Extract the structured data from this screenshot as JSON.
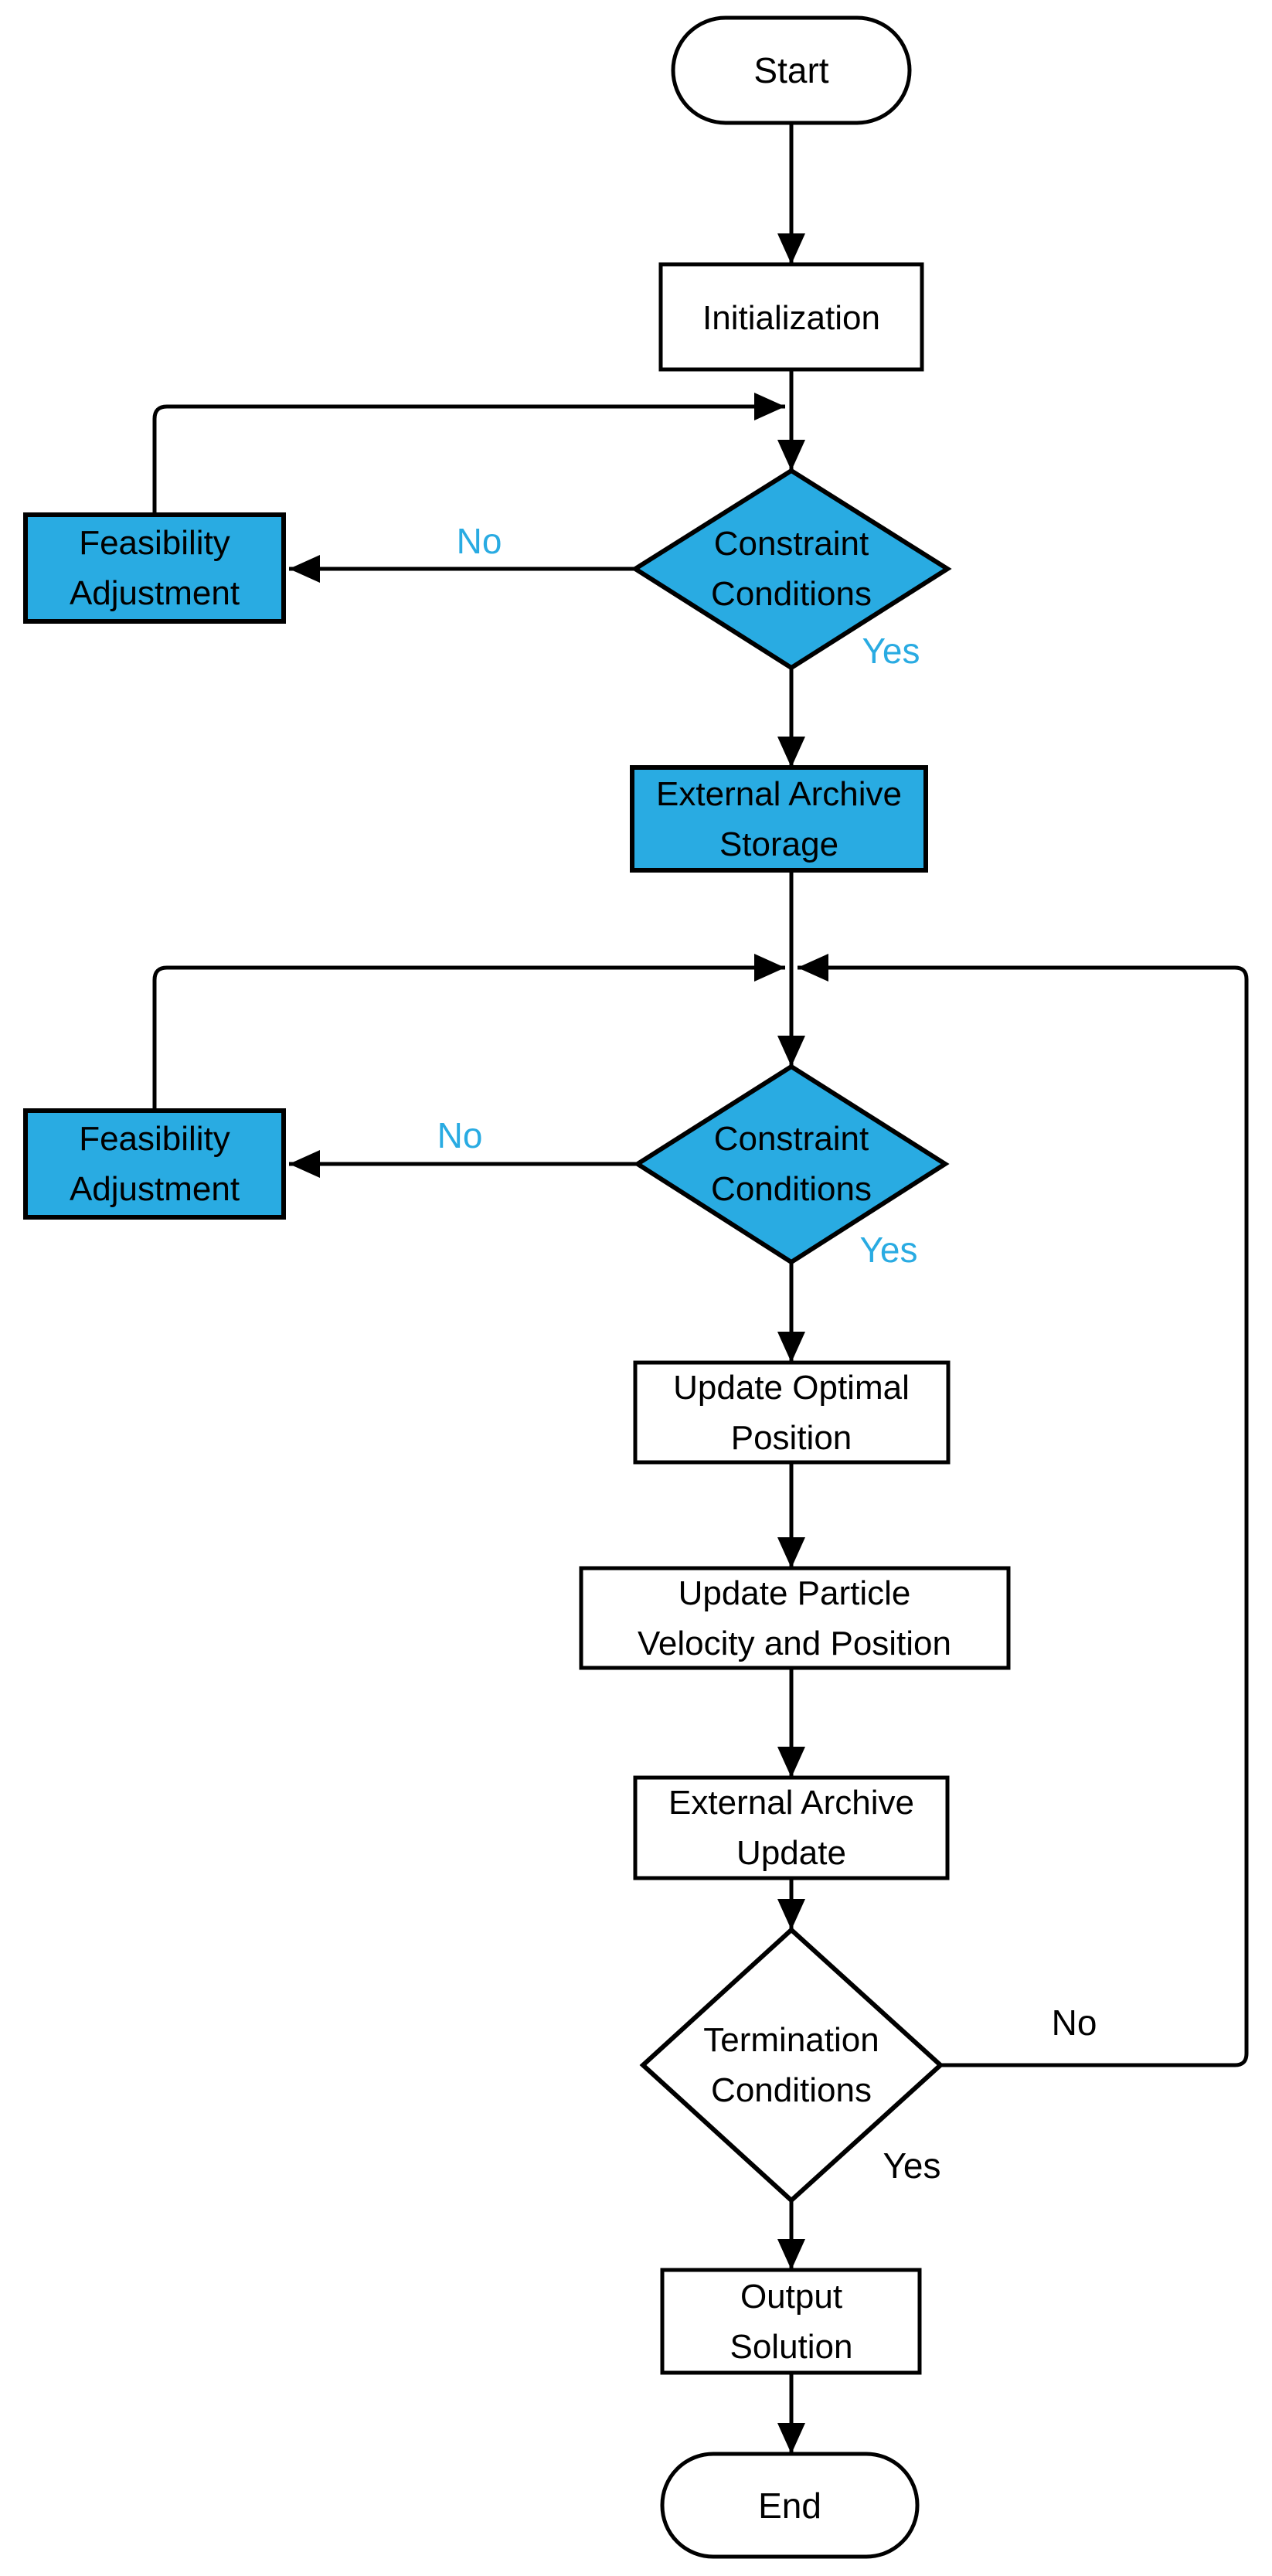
{
  "figure": {
    "type": "flowchart",
    "background": "#FFFFFF"
  },
  "colors": {
    "accent": "#29ABE2",
    "line": "#000000",
    "text": "#000000",
    "white": "#FFFFFF"
  },
  "nodes": {
    "start": {
      "label": "Start",
      "shape": "terminator",
      "fill": "#FFFFFF"
    },
    "initialization": {
      "label": "Initialization",
      "shape": "process",
      "fill": "#FFFFFF"
    },
    "feasibility_adjustment_1": {
      "line1": "Feasibility",
      "line2": "Adjustment",
      "shape": "process",
      "fill": "#29ABE2"
    },
    "constraint_conditions_1": {
      "line1": "Constraint",
      "line2": "Conditions",
      "shape": "decision",
      "fill": "#29ABE2"
    },
    "external_archive_storage": {
      "line1": "External Archive",
      "line2": "Storage",
      "shape": "process",
      "fill": "#29ABE2"
    },
    "feasibility_adjustment_2": {
      "line1": "Feasibility",
      "line2": "Adjustment",
      "shape": "process",
      "fill": "#29ABE2"
    },
    "constraint_conditions_2": {
      "line1": "Constraint",
      "line2": "Conditions",
      "shape": "decision",
      "fill": "#29ABE2"
    },
    "update_optimal_position": {
      "line1": "Update Optimal",
      "line2": "Position",
      "shape": "process",
      "fill": "#FFFFFF"
    },
    "update_particle_velocity": {
      "line1": "Update Particle",
      "line2": "Velocity and Position",
      "shape": "process",
      "fill": "#FFFFFF"
    },
    "external_archive_update": {
      "line1": "External Archive",
      "line2": "Update",
      "shape": "process",
      "fill": "#FFFFFF"
    },
    "termination_conditions": {
      "line1": "Termination",
      "line2": "Conditions",
      "shape": "decision",
      "fill": "#FFFFFF"
    },
    "output_solution": {
      "line1": "Output",
      "line2": "Solution",
      "shape": "process",
      "fill": "#FFFFFF"
    },
    "end": {
      "label": "End",
      "shape": "terminator",
      "fill": "#FFFFFF"
    }
  },
  "edge_labels": {
    "no_constraint_1": {
      "text": "No",
      "color": "#29ABE2"
    },
    "yes_constraint_1": {
      "text": "Yes",
      "color": "#29ABE2"
    },
    "no_constraint_2": {
      "text": "No",
      "color": "#29ABE2"
    },
    "yes_constraint_2": {
      "text": "Yes",
      "color": "#29ABE2"
    },
    "no_termination": {
      "text": "No",
      "color": "#000000"
    },
    "yes_termination": {
      "text": "Yes",
      "color": "#000000"
    }
  },
  "edges": [
    {
      "from": "start",
      "to": "initialization",
      "label": ""
    },
    {
      "from": "initialization",
      "to": "constraint_conditions_1",
      "label": ""
    },
    {
      "from": "constraint_conditions_1",
      "to": "feasibility_adjustment_1",
      "label": "No"
    },
    {
      "from": "feasibility_adjustment_1",
      "to": "constraint_conditions_1",
      "label": ""
    },
    {
      "from": "constraint_conditions_1",
      "to": "external_archive_storage",
      "label": "Yes"
    },
    {
      "from": "external_archive_storage",
      "to": "constraint_conditions_2",
      "label": ""
    },
    {
      "from": "constraint_conditions_2",
      "to": "feasibility_adjustment_2",
      "label": "No"
    },
    {
      "from": "feasibility_adjustment_2",
      "to": "constraint_conditions_2",
      "label": ""
    },
    {
      "from": "constraint_conditions_2",
      "to": "update_optimal_position",
      "label": "Yes"
    },
    {
      "from": "update_optimal_position",
      "to": "update_particle_velocity",
      "label": ""
    },
    {
      "from": "update_particle_velocity",
      "to": "external_archive_update",
      "label": ""
    },
    {
      "from": "external_archive_update",
      "to": "termination_conditions",
      "label": ""
    },
    {
      "from": "termination_conditions",
      "to": "constraint_conditions_2",
      "label": "No"
    },
    {
      "from": "termination_conditions",
      "to": "output_solution",
      "label": "Yes"
    },
    {
      "from": "output_solution",
      "to": "end",
      "label": ""
    }
  ]
}
